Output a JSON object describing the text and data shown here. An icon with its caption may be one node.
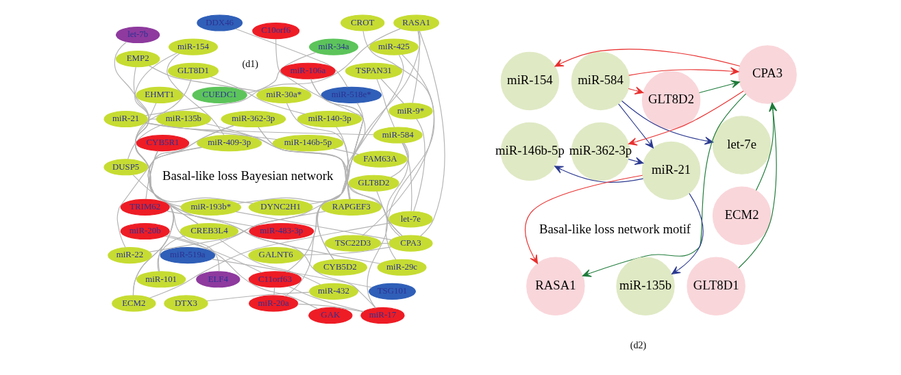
{
  "diagram": {
    "nodes": [
      {
        "text": [
          "ELF4"
        ]
      },
      {
        "text": [
          "let-7b"
        ]
      },
      {
        "text": [
          "GLT8D1"
        ]
      },
      {
        "text": [
          "DYNC2H1"
        ]
      },
      {
        "text": [
          "miR-140-3p"
        ]
      },
      {
        "text": [
          "miR-30a*"
        ]
      },
      {
        "text": [
          "CYB5D2"
        ]
      },
      {
        "text": [
          "EMP2"
        ]
      },
      {
        "text": [
          "EHMT1"
        ]
      },
      {
        "text": [
          "miR-101"
        ]
      },
      {
        "text": [
          "CUEDC1"
        ]
      },
      {
        "text": [
          "miR-425"
        ]
      },
      {
        "text": [
          "miR-193b*"
        ]
      },
      {
        "text": [
          "miR-362-3p"
        ]
      },
      {
        "text": [
          "CREB3L4"
        ]
      },
      {
        "text": [
          "miR-34a"
        ]
      },
      {
        "text": [
          "ECM2"
        ]
      },
      {
        "text": [
          "TSC22D3"
        ]
      },
      {
        "text": [
          "miR-154"
        ]
      },
      {
        "text": [
          "miR-432"
        ]
      },
      {
        "text": [
          "DTX3"
        ]
      },
      {
        "text": [
          "CPA3"
        ]
      },
      {
        "text": [
          "GALNT6"
        ]
      },
      {
        "text": [
          "TSG101"
        ]
      },
      {
        "text": [
          "let-7e"
        ]
      },
      {
        "text": [
          "miR-409-3p"
        ]
      },
      {
        "text": [
          "GLT8D2"
        ]
      },
      {
        "text": [
          "miR-519a"
        ]
      },
      {
        "text": [
          "miR-9*"
        ]
      },
      {
        "text": [
          "miR-584"
        ]
      },
      {
        "text": [
          "RASA1"
        ]
      },
      {
        "text": [
          "miR-22"
        ]
      },
      {
        "text": [
          "TSPAN31"
        ]
      },
      {
        "text": [
          "RAPGEF3"
        ]
      },
      {
        "text": [
          "miR-518e*"
        ]
      },
      {
        "text": [
          "CROT"
        ]
      },
      {
        "text": [
          "miR-29c"
        ]
      },
      {
        "text": [
          "DDX46"
        ]
      },
      {
        "text": [
          "miR-21"
        ]
      },
      {
        "text": [
          "miR-135b"
        ]
      },
      {
        "text": [
          "DUSP5"
        ]
      },
      {
        "text": [
          "miR-146b-5p"
        ]
      },
      {
        "text": [
          "miR-483-3p"
        ]
      },
      {
        "text": [
          "FAM63A"
        ]
      },
      {
        "text": [
          "TRIM62"
        ]
      },
      {
        "text": [
          "miR-106a"
        ]
      },
      {
        "text": [
          "C11orf63"
        ]
      },
      {
        "text": [
          "CYB5R1"
        ]
      },
      {
        "text": [
          "GAK"
        ]
      },
      {
        "text": [
          "miR-20b"
        ]
      },
      {
        "text": [
          "miR-17"
        ]
      },
      {
        "text": [
          "miR-20a"
        ]
      },
      {
        "text": [
          "C10orf6"
        ]
      },
      {
        "text": [
          "let-7e"
        ]
      },
      {
        "text": [
          "GLT8D2"
        ]
      },
      {
        "text": [
          "miR-584"
        ]
      },
      {
        "text": [
          "miR-154"
        ]
      },
      {
        "text": [
          "miR-146b-5p"
        ]
      },
      {
        "text": [
          "CPA3"
        ]
      },
      {
        "text": [
          "ECM2"
        ]
      },
      {
        "text": [
          "miR-21"
        ]
      },
      {
        "text": [
          "miR-362-3p"
        ]
      },
      {
        "text": [
          "miR-135b"
        ]
      },
      {
        "text": [
          "GLT8D1"
        ]
      },
      {
        "text": [
          "RASA1"
        ]
      }
    ],
    "edges": [
      {
        "from": 1,
        "to": 0,
        "arrow": "none"
      },
      {
        "from": 4,
        "to": 2,
        "arrow": "none"
      },
      {
        "from": 2,
        "to": 3,
        "arrow": "none"
      },
      {
        "from": 3,
        "to": 5,
        "arrow": "none"
      },
      {
        "from": 5,
        "to": 7,
        "arrow": "none"
      },
      {
        "from": 7,
        "to": 9,
        "arrow": "none"
      },
      {
        "from": 9,
        "to": 14,
        "arrow": "none"
      },
      {
        "from": 14,
        "to": 19,
        "arrow": "none"
      },
      {
        "from": 19,
        "to": 20,
        "arrow": "none"
      },
      {
        "from": 13,
        "to": 14,
        "arrow": "none"
      },
      {
        "from": 13,
        "to": 6,
        "arrow": "none"
      },
      {
        "from": 6,
        "to": 4,
        "arrow": "none"
      },
      {
        "from": 14,
        "to": 18,
        "arrow": "none"
      },
      {
        "from": 8,
        "to": 12,
        "arrow": "none"
      },
      {
        "from": 11,
        "to": 12,
        "arrow": "none"
      },
      {
        "from": 11,
        "to": 17,
        "arrow": "none"
      },
      {
        "from": 17,
        "to": 21,
        "arrow": "none"
      },
      {
        "from": 12,
        "to": 21,
        "arrow": "none"
      },
      {
        "from": 13,
        "to": 16,
        "arrow": "none"
      },
      {
        "from": 13,
        "to": 21,
        "arrow": "none"
      },
      {
        "from": 16,
        "to": 24,
        "arrow": "none"
      },
      {
        "from": 16,
        "to": 25,
        "arrow": "none"
      },
      {
        "from": 21,
        "to": 22,
        "arrow": "none"
      },
      {
        "from": 18,
        "to": 25,
        "arrow": "none"
      },
      {
        "from": 25,
        "to": 31,
        "arrow": "none"
      },
      {
        "from": 31,
        "to": 33,
        "arrow": "none"
      },
      {
        "from": 33,
        "to": 30,
        "arrow": "none"
      },
      {
        "from": 33,
        "to": 38,
        "arrow": "none"
      },
      {
        "from": 33,
        "to": 39,
        "arrow": "none"
      },
      {
        "from": 38,
        "to": 39,
        "arrow": "none"
      },
      {
        "from": 39,
        "to": 40,
        "arrow": "none"
      },
      {
        "from": 40,
        "to": 36,
        "arrow": "none"
      },
      {
        "from": 36,
        "to": 35,
        "arrow": "none"
      },
      {
        "from": 21,
        "to": 30,
        "arrow": "none"
      },
      {
        "from": 21,
        "to": 26,
        "arrow": "none"
      },
      {
        "from": 21,
        "to": 29,
        "arrow": "none"
      },
      {
        "from": 26,
        "to": 29,
        "arrow": "none"
      },
      {
        "from": 24,
        "to": 29,
        "arrow": "none"
      },
      {
        "from": 24,
        "to": 28,
        "arrow": "none"
      },
      {
        "from": 28,
        "to": 30,
        "arrow": "none"
      },
      {
        "from": 28,
        "to": 32,
        "arrow": "none"
      },
      {
        "from": 32,
        "to": 29,
        "arrow": "none"
      },
      {
        "from": 29,
        "to": 38,
        "arrow": "none"
      },
      {
        "from": 30,
        "to": 38,
        "arrow": "none"
      },
      {
        "from": 38,
        "to": 41,
        "arrow": "none"
      },
      {
        "from": 41,
        "to": 43,
        "arrow": "none"
      },
      {
        "from": 10,
        "to": 15,
        "arrow": "none"
      },
      {
        "from": 23,
        "to": 27,
        "arrow": "none"
      },
      {
        "from": 27,
        "to": 34,
        "arrow": "none"
      },
      {
        "from": 34,
        "to": 37,
        "arrow": "none"
      },
      {
        "from": 42,
        "to": 44,
        "arrow": "none"
      },
      {
        "from": 44,
        "to": 47,
        "arrow": "none"
      },
      {
        "from": 47,
        "to": 50,
        "arrow": "none"
      },
      {
        "from": 45,
        "to": 46,
        "arrow": "none"
      },
      {
        "from": 45,
        "to": 50,
        "arrow": "none"
      },
      {
        "from": 46,
        "to": 50,
        "arrow": "none"
      },
      {
        "from": 46,
        "to": 49,
        "arrow": "none"
      },
      {
        "from": 48,
        "to": 49,
        "arrow": "none"
      },
      {
        "from": 46,
        "to": 51,
        "arrow": "none"
      },
      {
        "from": 51,
        "to": 50,
        "arrow": "none"
      },
      {
        "from": 51,
        "to": 52,
        "arrow": "none"
      },
      {
        "from": 55,
        "to": 53,
        "arrow": "to",
        "color": "#2b3990"
      },
      {
        "from": 55,
        "to": 54,
        "arrow": "to",
        "color": "#e8302f"
      },
      {
        "from": 55,
        "to": 58,
        "arrow": "to",
        "color": "#e8302f"
      },
      {
        "from": 55,
        "to": 60,
        "arrow": "to",
        "color": "#2b3990"
      },
      {
        "from": 54,
        "to": 58,
        "arrow": "to",
        "color": "#1e7b3a"
      },
      {
        "from": 58,
        "to": 56,
        "arrow": "to",
        "color": "#e8302f"
      },
      {
        "from": 59,
        "to": 58,
        "arrow": "to",
        "color": "#1e7b3a"
      },
      {
        "from": 63,
        "to": 58,
        "arrow": "to",
        "color": "#1e7b3a"
      },
      {
        "from": 58,
        "to": 61,
        "arrow": "to",
        "color": "#e8302f"
      },
      {
        "from": 58,
        "to": 64,
        "arrow": "to",
        "color": "#1e7b3a"
      },
      {
        "from": 61,
        "to": 60,
        "arrow": "to",
        "color": "#2b3990"
      },
      {
        "from": 60,
        "to": 57,
        "arrow": "to",
        "color": "#2b3990"
      },
      {
        "from": 60,
        "to": 62,
        "arrow": "to",
        "color": "#2b3990"
      },
      {
        "from": 60,
        "to": 64,
        "arrow": "to",
        "color": "#e8302f"
      }
    ],
    "labels": [
      "Basal-like loss Bayesian network",
      "Basal-like loss network motif",
      "(d1)",
      "(d2)"
    ]
  }
}
